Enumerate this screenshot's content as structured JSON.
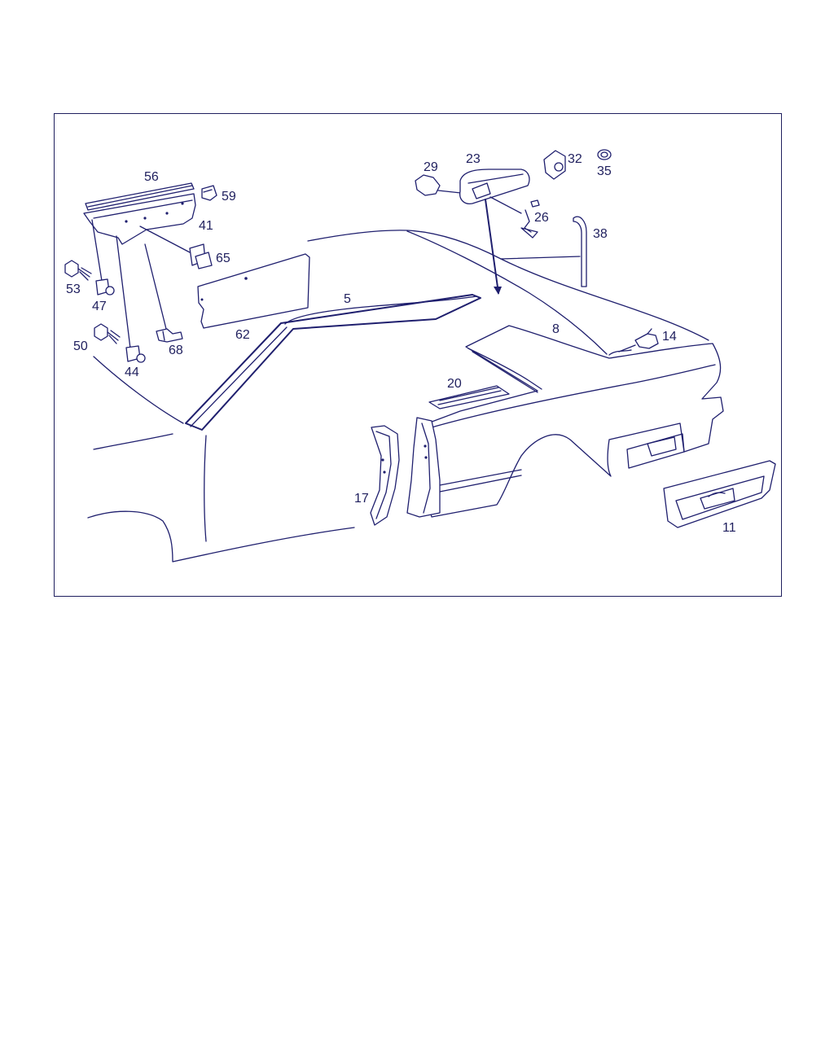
{
  "diagram": {
    "part_labels": [
      "56",
      "59",
      "41",
      "65",
      "53",
      "47",
      "62",
      "5",
      "68",
      "50",
      "44",
      "29",
      "23",
      "32",
      "35",
      "26",
      "38",
      "8",
      "14",
      "20",
      "17",
      "11"
    ],
    "colors": {
      "line": "#1f1f6e",
      "frame": "#1f1f5e",
      "background": "#ffffff"
    }
  }
}
